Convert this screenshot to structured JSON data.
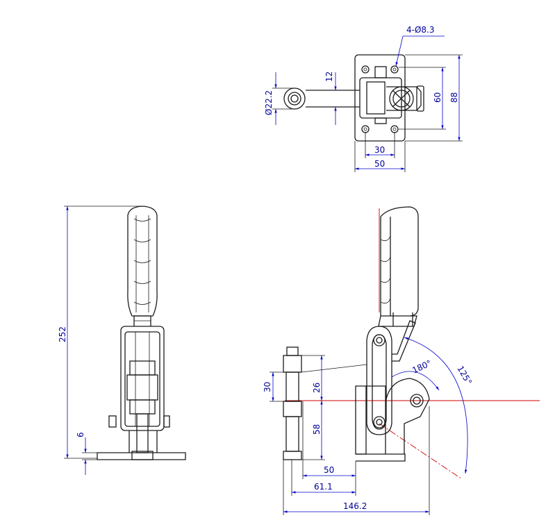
{
  "drawing": {
    "top_view": {
      "hole_spec": "4-Ø8.3",
      "dia_handle": "Ø22.2",
      "dim_12": "12",
      "dim_60": "60",
      "dim_88": "88",
      "dim_30": "30",
      "dim_50": "50"
    },
    "side_view": {
      "dim_252": "252",
      "dim_6": "6"
    },
    "front_view": {
      "dim_30": "30",
      "dim_26": "26",
      "dim_58": "58",
      "dim_50": "50",
      "dim_61_1": "61.1",
      "dim_146_2": "146.2",
      "angle_180": "180°",
      "angle_125": "125°"
    }
  }
}
